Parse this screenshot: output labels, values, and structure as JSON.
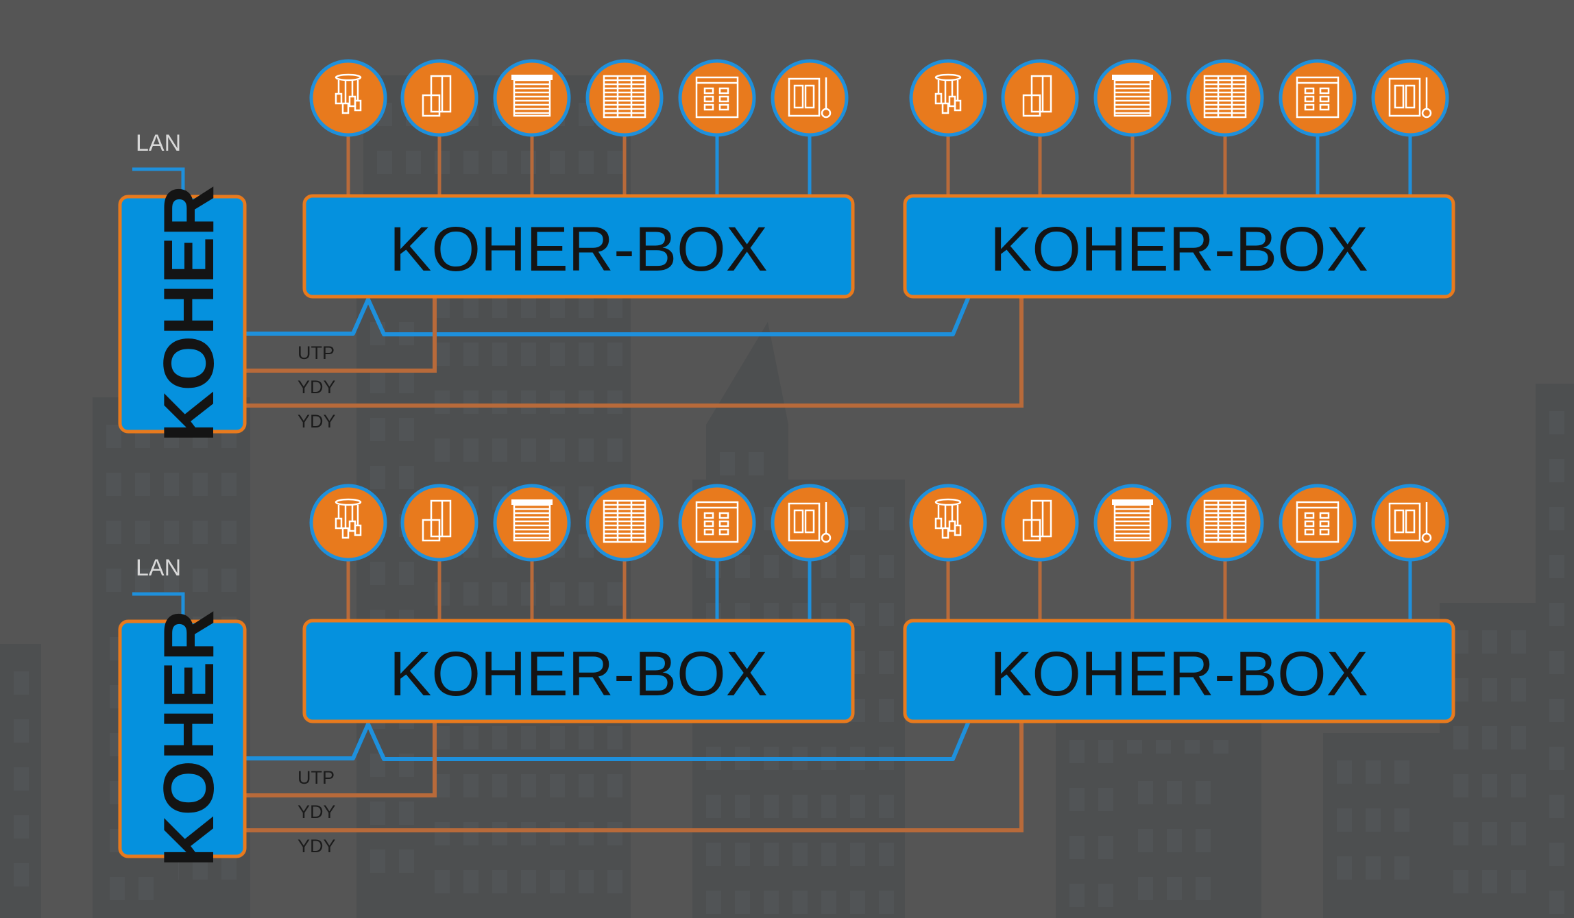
{
  "colors": {
    "background": "#555555",
    "building": "#4d4f50",
    "building_window": "#55585a",
    "blue": "#1e90dc",
    "box_fill": "#0591de",
    "orange": "#e87a1d",
    "copper": "#b86a3a",
    "text_dark": "#141414",
    "label_gray": "#d8d8d8",
    "wire_label": "#1b1b1b"
  },
  "icon_types": [
    "pendant-lamp-icon",
    "door-lock-icon",
    "roller-blind-icon",
    "venetian-blind-icon",
    "control-panel-icon",
    "switch-thermostat-icon"
  ],
  "systems": [
    {
      "lan_label": "LAN",
      "controller_label": "KOHER",
      "boxes": [
        {
          "label": "KOHER-BOX"
        },
        {
          "label": "KOHER-BOX"
        }
      ],
      "wire_labels": [
        "UTP",
        "YDY",
        "YDY"
      ]
    },
    {
      "lan_label": "LAN",
      "controller_label": "KOHER",
      "boxes": [
        {
          "label": "KOHER-BOX"
        },
        {
          "label": "KOHER-BOX"
        }
      ],
      "wire_labels": [
        "UTP",
        "YDY",
        "YDY"
      ]
    }
  ]
}
